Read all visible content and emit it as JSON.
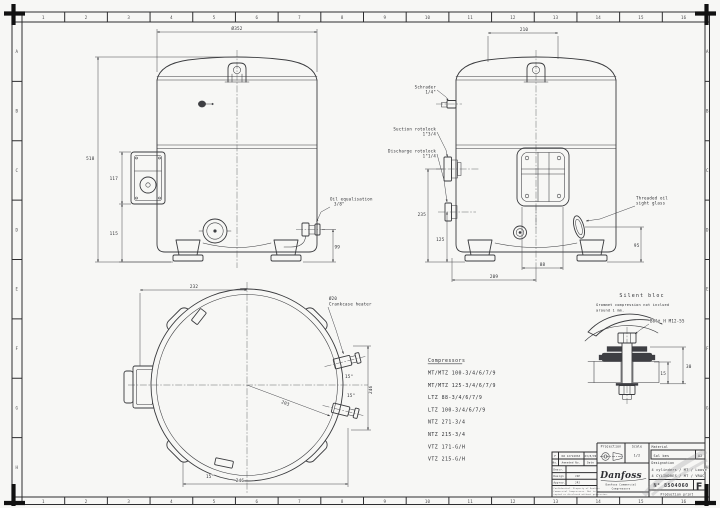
{
  "sheet": {
    "zones_top": [
      "1",
      "2",
      "3",
      "4",
      "5",
      "6",
      "7",
      "8",
      "9",
      "10",
      "11",
      "12",
      "13",
      "14",
      "15",
      "16"
    ],
    "zones_left": [
      "A",
      "B",
      "C",
      "D",
      "E",
      "F",
      "G",
      "H"
    ]
  },
  "front_view": {
    "dim_diameter": "Ø352",
    "dim_height": "518",
    "dim_box": "117",
    "dim_lower": "115",
    "dim_oil_height": "99",
    "oil_label_1": "Oil equalisation",
    "oil_label_2": "3/8\""
  },
  "side_view": {
    "dim_depth": "210",
    "dim_suction_h": "235",
    "dim_discharge_h": "125",
    "dim_box_w": "88",
    "dim_center": "209",
    "dim_sight_h": "95",
    "schrader_1": "Schrader",
    "schrader_2": "1/4\"",
    "suction_1": "Suction rotolock",
    "suction_2": "1\"3/4",
    "discharge_1": "Discharge rotolock",
    "discharge_2": "1\"1/4",
    "sight_1": "Threaded oil",
    "sight_2": "sight glass"
  },
  "top_view": {
    "dim_width": "232",
    "dim_radius": "203",
    "dim_right": "246",
    "dim_bottom": "246",
    "angle_1": "15°",
    "angle_2": "15°",
    "angle_3": "15°",
    "heater_1": "Ø20",
    "heater_2": "Crankcase heater"
  },
  "silent_bloc": {
    "title": "Silent bloc",
    "note_1": "Grommet compression not inclued",
    "note_2": "around 1 mm.",
    "bolt_label": "Bolt H M12-55",
    "dim_outer": "30",
    "dim_inner": "15"
  },
  "compressors": {
    "title": "Compressors",
    "items": [
      "MT/MTZ 100-3/4/6/7/9",
      "MT/MTZ 125-3/4/6/7/9",
      "LTZ 88-3/4/6/7/9",
      "LTZ 100-3/4/6/7/9",
      "NTZ 271-3/4",
      "NTZ 215-3/4",
      "VTZ 171-G/H",
      "VTZ 215-G/H"
    ]
  },
  "title_block": {
    "projection_label": "Projection",
    "scale_label": "Scale",
    "scale_value": "1/2",
    "material_label": "Material",
    "material_value": "Sol bes",
    "format": "A2",
    "designation_label": "Designation",
    "designation_1": "4 cylinders / MT / Loose",
    "designation_2": "4 CYLINDRES / MT / VRAC",
    "number": "N° 8504060",
    "revision": "F",
    "production": "Production print",
    "logo": "Danfoss",
    "logo_sub1": "Danfoss Commercial",
    "logo_sub2": "Compressors",
    "rev_row": {
      "rev": "F",
      "change": "DW 12724063",
      "date": "23/8/99"
    },
    "rev_headers": {
      "no": "No.",
      "amended": "Amended No.",
      "date": "Date"
    },
    "descr_label": "Descr.",
    "design_label": "Design",
    "design_value": "JSP",
    "approv_label": "Approv.",
    "approv_value": "JPJ",
    "fineprint_1": "Confidential. Property of Danfoss",
    "fineprint_2": "Commercial Compressors. Not to be",
    "fineprint_3": "copied or disclosed without permission."
  }
}
